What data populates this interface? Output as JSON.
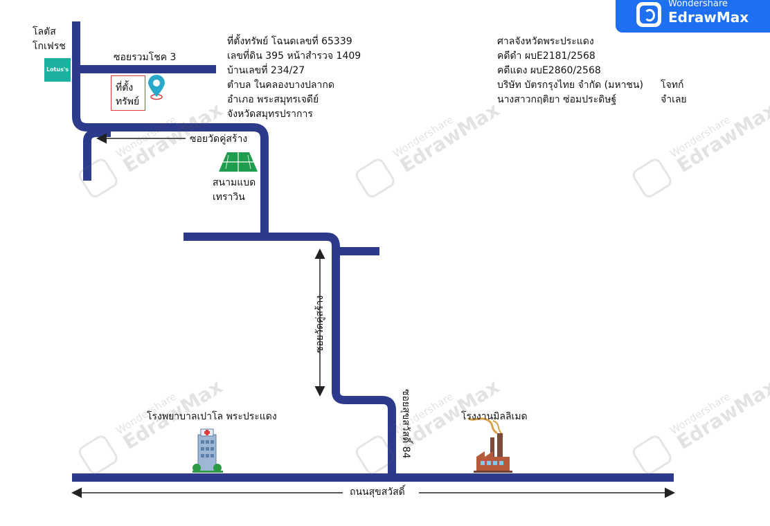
{
  "brand": {
    "top": "Wondershare",
    "name": "EdrawMax",
    "watermark_small": "Wondershare",
    "watermark_big": "EdrawMax"
  },
  "colors": {
    "road": "#2d3a8c",
    "badge": "#1f6ff2",
    "marker": "#29a8c9",
    "court": "#1f9d4f",
    "box": "#e03a3a"
  },
  "landmarks": {
    "lotus_name": [
      "โลตัส",
      "โกเฟรช"
    ],
    "lotus_logo": "Lotus's",
    "property_label": [
      "ที่ตั้ง",
      "ทรัพย์"
    ],
    "badminton": [
      "สนามแบด",
      "เทราวิน"
    ],
    "hospital": "โรงพยาบาลเปาโล พระประแดง",
    "factory": "โรงงานมิลลิเมด"
  },
  "roads": {
    "soi_ruamchok": "ซอยรวมโชค 3",
    "soi_wat_top": "ซอยวัดคู่สร้าง",
    "soi_wat_vertical": "ซอยวัดคู่สร้าง",
    "soi_suksawat84": "ซอยสุขสวัสดิ์ 84",
    "main_road": "ถนนสุขสวัสดิ์"
  },
  "property_info": [
    "ที่ตั้งทรัพย์ โฉนดเลขที่ 65339",
    "เลขที่ดิน 395 หน้าสำรวจ 1409",
    "บ้านเลขที่ 234/27",
    "ตำบล ในคลองบางปลากด",
    "อำเภอ พระสมุทรเจดีย์",
    "จังหวัดสมุทรปราการ"
  ],
  "court_info": {
    "lines": [
      "ศาลจังหวัดพระประแดง",
      "คดีดำ   ผบE2181/2568",
      "คดีแดง ผบE2860/2568",
      "บริษัท บัตรกรุงไทย จำกัด (มหาชน)",
      "นางสาวกฤติยา ซ่อมประดิษฐ์"
    ],
    "plaintiff_role": "โจทก์",
    "defendant_role": "จำเลย"
  },
  "icons": [
    "location-pin-icon",
    "badminton-court-icon",
    "hospital-icon",
    "factory-icon",
    "store-logo-icon"
  ]
}
